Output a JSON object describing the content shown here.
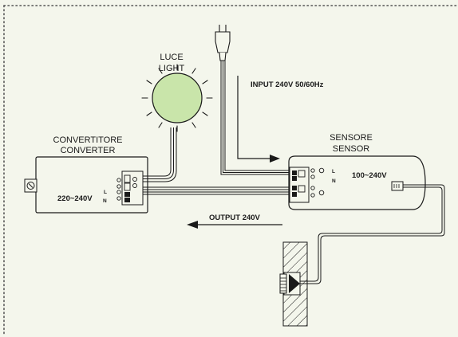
{
  "light": {
    "label_it": "LUCE",
    "label_en": "LIGHT",
    "fill_color": "#c9e5aa"
  },
  "converter": {
    "label_it": "CONVERTITORE",
    "label_en": "CONVERTER",
    "voltage": "220~240V",
    "terminal_l": "L",
    "terminal_n": "N"
  },
  "sensor": {
    "label_it": "SENSORE",
    "label_en": "SENSOR",
    "voltage": "100~240V",
    "terminal_l": "L",
    "terminal_n": "N"
  },
  "input_label": "INPUT 240V 50/60Hz",
  "output_label": "OUTPUT 240V",
  "colors": {
    "background": "#f4f6ec",
    "line": "#1a1a1a",
    "border_dots": "#555555"
  }
}
